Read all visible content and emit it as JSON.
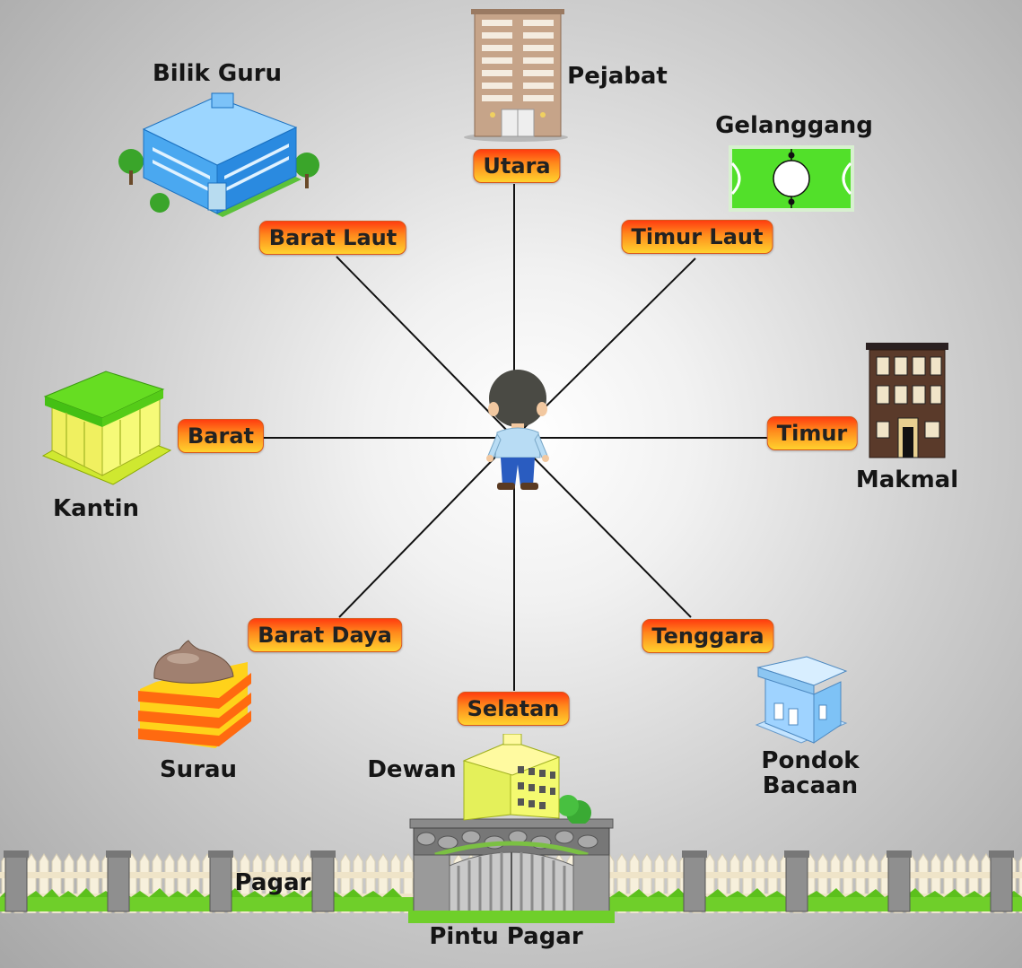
{
  "center": {
    "name": "person-icon"
  },
  "directions": {
    "utara": "Utara",
    "timur_laut": "Timur Laut",
    "timur": "Timur",
    "tenggara": "Tenggara",
    "selatan": "Selatan",
    "barat_daya": "Barat Daya",
    "barat": "Barat",
    "barat_laut": "Barat Laut"
  },
  "places": {
    "pejabat": "Pejabat",
    "gelanggang": "Gelanggang",
    "makmal": "Makmal",
    "pondok_bacaan_1": "Pondok",
    "pondok_bacaan_2": "Bacaan",
    "dewan": "Dewan",
    "surau": "Surau",
    "kantin": "Kantin",
    "bilik_guru": "Bilik Guru",
    "pagar": "Pagar",
    "pintu_pagar": "Pintu Pagar"
  },
  "colors": {
    "label_top": "#ff3d10",
    "label_bottom": "#ffd22e",
    "line": "#111111"
  }
}
